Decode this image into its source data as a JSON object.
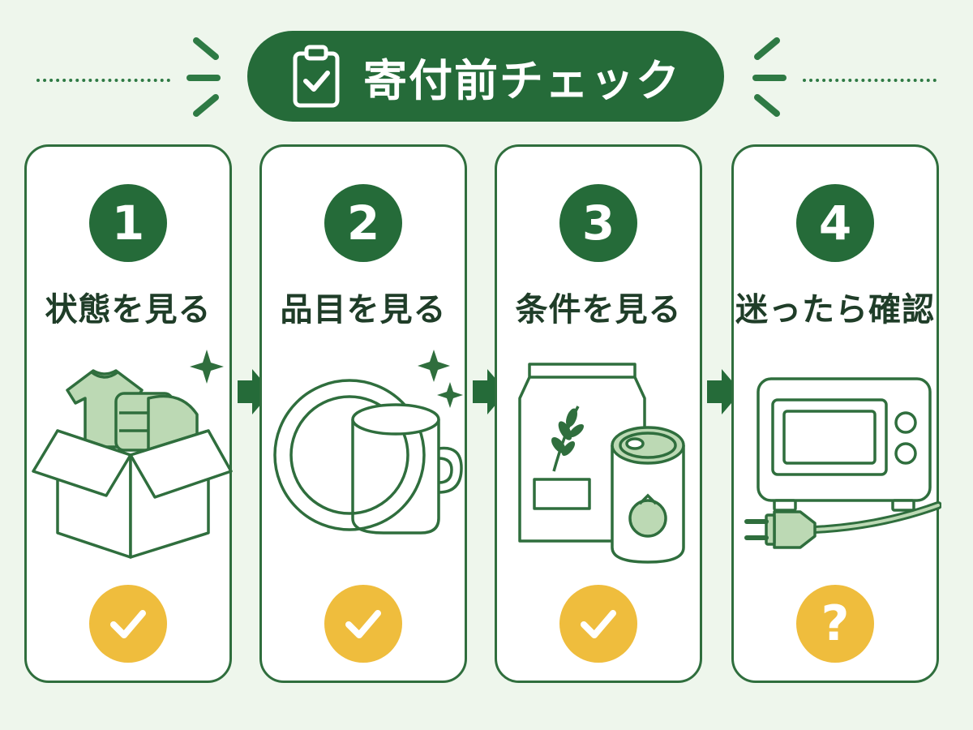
{
  "title": "寄付前チェック",
  "steps": [
    {
      "number": "1",
      "label": "状態を見る",
      "illustration": "clothes-box",
      "status_icon": "check-icon"
    },
    {
      "number": "2",
      "label": "品目を見る",
      "illustration": "plate-and-mug",
      "status_icon": "check-icon"
    },
    {
      "number": "3",
      "label": "条件を見る",
      "illustration": "food-bag-and-can",
      "status_icon": "check-icon"
    },
    {
      "number": "4",
      "label": "迷ったら確認",
      "illustration": "microwave-with-plug",
      "status_icon": "question-icon",
      "status_text": "?"
    }
  ],
  "colors": {
    "background": "#eef6ec",
    "primary_green": "#256b39",
    "card_border": "#2f6e3d",
    "light_green_fill": "#bcd9b4",
    "accent_yellow": "#efbd3d",
    "text_dark": "#1f3d28"
  }
}
